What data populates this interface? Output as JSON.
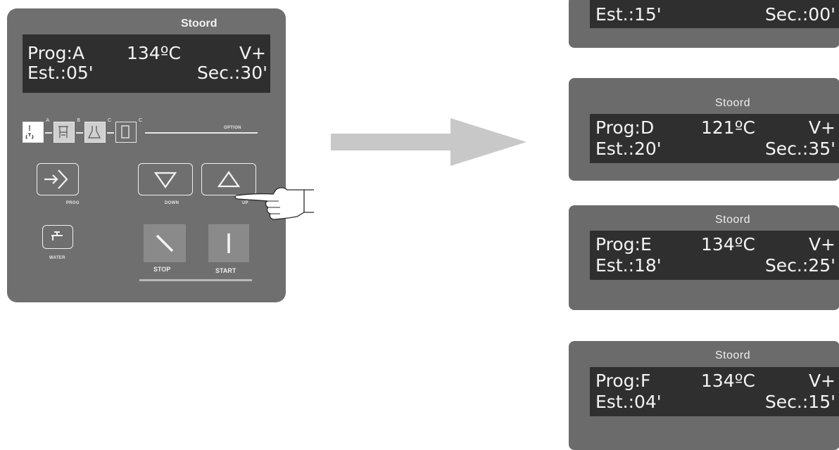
{
  "panel": {
    "brand": "Stoord",
    "display": {
      "line1": {
        "prog": "Prog:A",
        "temp": "134ºC",
        "mode": "V+"
      },
      "line2": {
        "est": "Est.:05'",
        "sec": "Sec.:30'"
      }
    },
    "modes": [
      {
        "icon": "instruments-icon",
        "letter": "A",
        "active": true
      },
      {
        "icon": "basket-icon",
        "letter": "B",
        "active": false
      },
      {
        "icon": "flask-icon",
        "letter": "C",
        "active": false
      },
      {
        "icon": "container-icon",
        "letter": "C",
        "active": false
      }
    ],
    "option_label": "OPTION",
    "buttons": {
      "prog": {
        "label": "PROG",
        "icon": "enter-arrow-icon"
      },
      "down": {
        "label": "DOWN",
        "icon": "triangle-down-icon"
      },
      "up": {
        "label": "UP",
        "icon": "triangle-up-icon"
      },
      "water": {
        "label": "WATER",
        "icon": "faucet-icon"
      },
      "stop": {
        "label": "STOP",
        "icon": "stop-slash-icon"
      },
      "start": {
        "label": "START",
        "icon": "start-bar-icon"
      }
    }
  },
  "arrow": {
    "icon": "right-arrow-icon",
    "color": "#c8c8c8"
  },
  "hand": {
    "icon": "pointing-hand-icon"
  },
  "screens": [
    {
      "brand": "",
      "line1": {
        "prog": "",
        "temp": "",
        "mode": ""
      },
      "line2": {
        "est": "Est.:15'",
        "sec": "Sec.:00'"
      }
    },
    {
      "brand": "Stoord",
      "line1": {
        "prog": "Prog:D",
        "temp": "121ºC",
        "mode": "V+"
      },
      "line2": {
        "est": "Est.:20'",
        "sec": "Sec.:35'"
      }
    },
    {
      "brand": "Stoord",
      "line1": {
        "prog": "Prog:E",
        "temp": "134ºC",
        "mode": "V+"
      },
      "line2": {
        "est": "Est.:18'",
        "sec": "Sec.:25'"
      }
    },
    {
      "brand": "Stoord",
      "line1": {
        "prog": "Prog:F",
        "temp": "134ºC",
        "mode": "V+"
      },
      "line2": {
        "est": "Est.:04'",
        "sec": "Sec.:15'"
      }
    }
  ]
}
